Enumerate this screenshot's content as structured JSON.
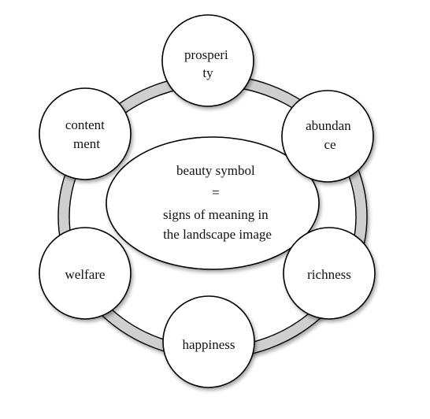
{
  "diagram": {
    "center": {
      "lines": [
        "beauty symbol",
        "=",
        "signs of meaning in",
        "the landscape image"
      ]
    },
    "nodes": [
      {
        "id": "prosperity",
        "lines": [
          "prosperi",
          "ty"
        ]
      },
      {
        "id": "abundance",
        "lines": [
          "abundan",
          "ce"
        ]
      },
      {
        "id": "richness",
        "lines": [
          "richness"
        ]
      },
      {
        "id": "happiness",
        "lines": [
          "happiness"
        ]
      },
      {
        "id": "welfare",
        "lines": [
          "welfare"
        ]
      },
      {
        "id": "contentment",
        "lines": [
          "content",
          "ment"
        ]
      }
    ],
    "colors": {
      "ring_fill": "#cfcfcf",
      "stroke": "#000000",
      "node_fill": "#ffffff"
    }
  }
}
